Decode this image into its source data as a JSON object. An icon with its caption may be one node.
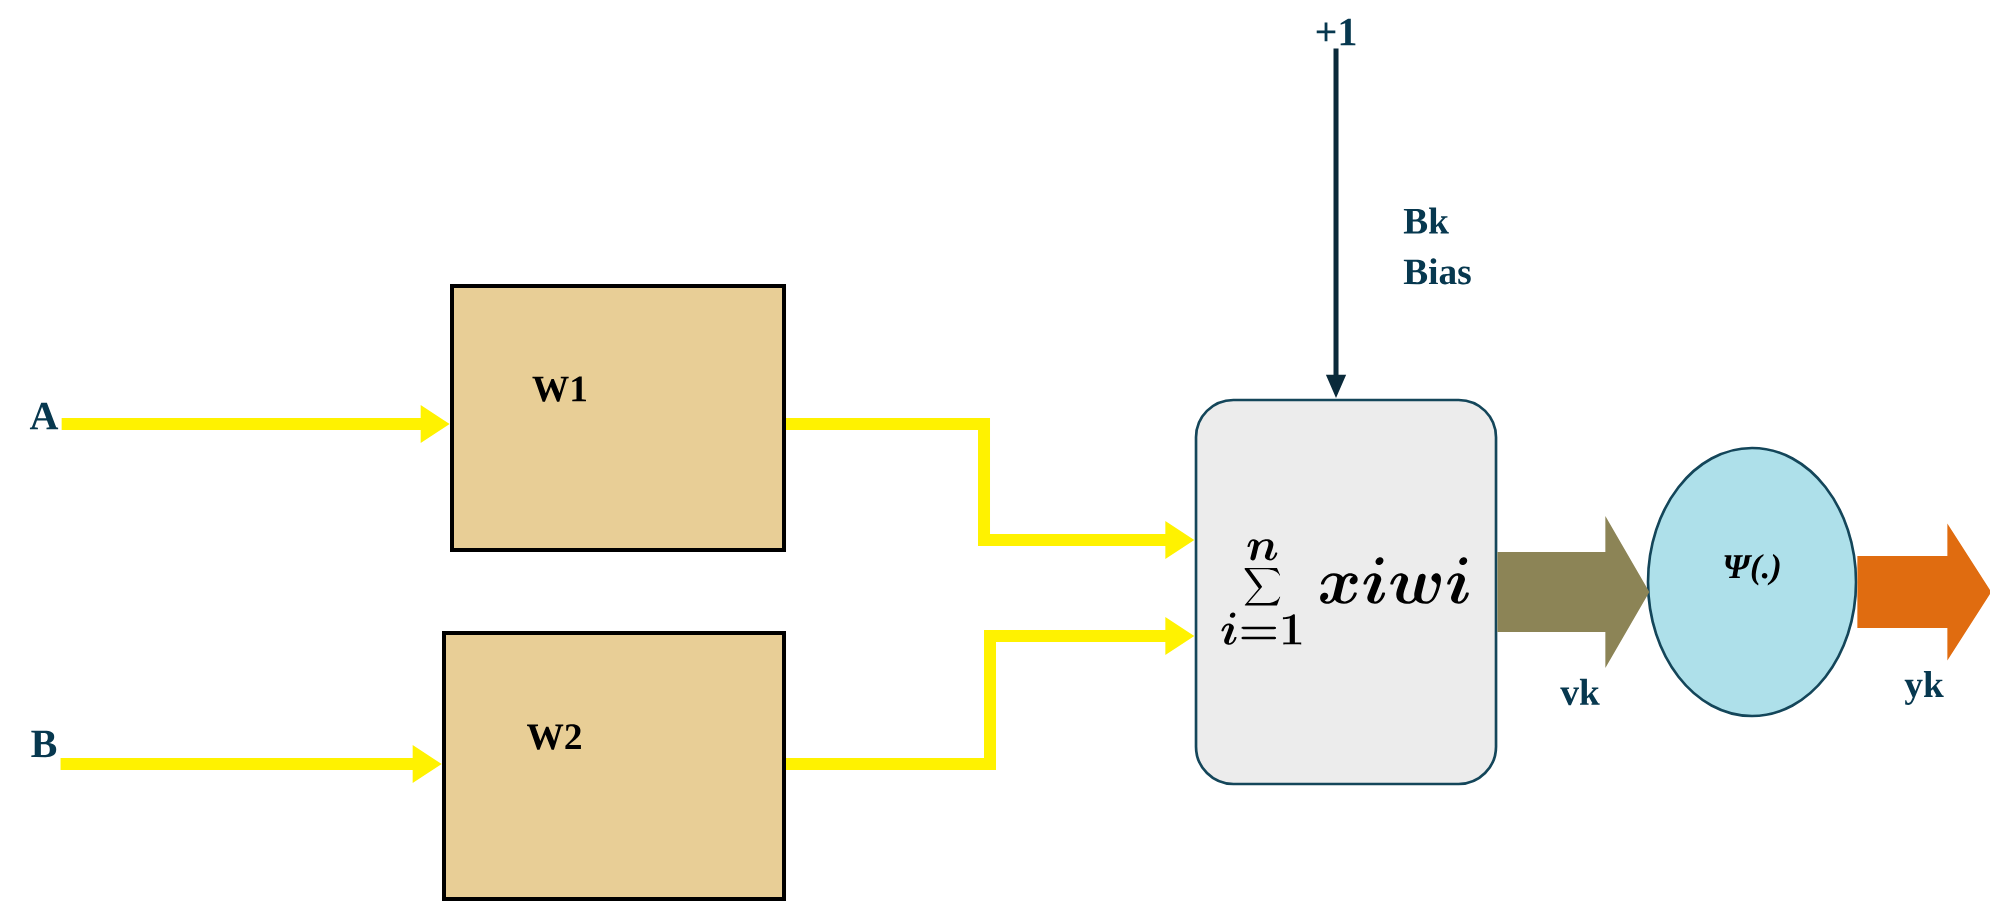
{
  "diagram": {
    "nodes": [
      {
        "text": [
          "A"
        ]
      },
      {
        "text": [
          "B"
        ]
      },
      {
        "text": [
          "W1"
        ]
      },
      {
        "text": [
          "W2"
        ]
      },
      {
        "text": [
          "+1"
        ]
      },
      {
        "text": [
          "\\sum_{i=1}^{n} xiwi"
        ]
      },
      {
        "text": [
          "Ψ(.)"
        ]
      }
    ],
    "edges": [
      {
        "from": 0,
        "to": 2,
        "arrow": "to"
      },
      {
        "from": 1,
        "to": 3,
        "arrow": "to"
      },
      {
        "from": 2,
        "to": 5,
        "arrow": "to"
      },
      {
        "from": 3,
        "to": 5,
        "arrow": "to"
      },
      {
        "from": 4,
        "to": 5,
        "arrow": "to",
        "label": "Bk Bias",
        "color": "#0a2a3a"
      },
      {
        "from": 5,
        "to": 6,
        "arrow": "to",
        "label": "vk",
        "style": "thick",
        "color": "#8c8456"
      },
      {
        "from": 6,
        "to": null,
        "arrow": "to",
        "label": "yk",
        "style": "thick",
        "color": "#e06c10"
      }
    ]
  }
}
